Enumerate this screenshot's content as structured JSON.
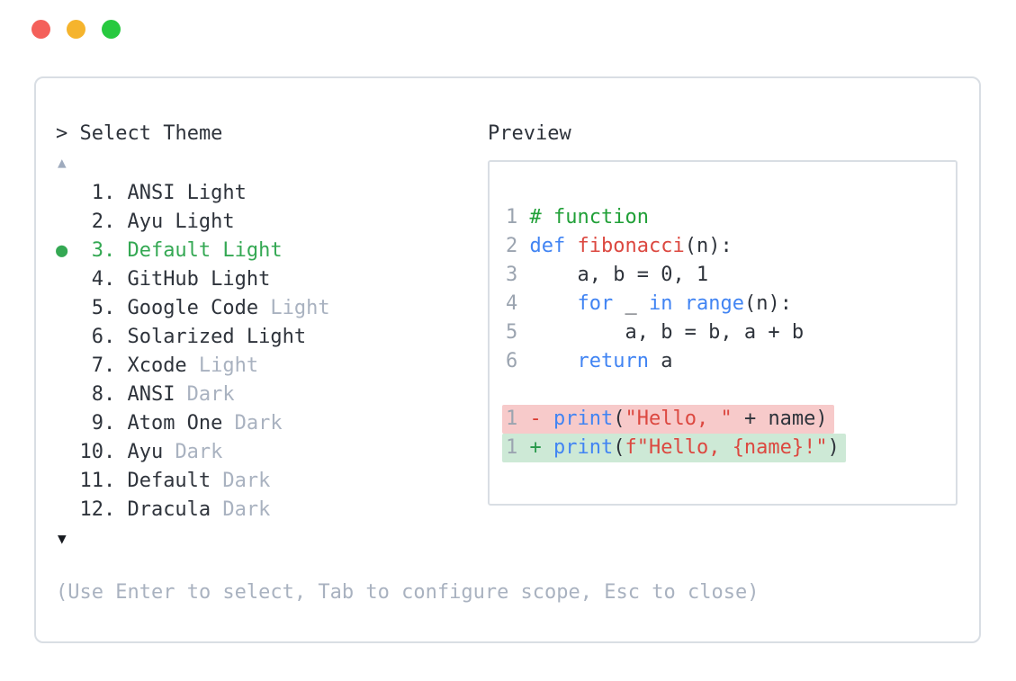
{
  "window": {
    "traffic_lights": [
      {
        "name": "close",
        "color": "#f4605a"
      },
      {
        "name": "minimize",
        "color": "#f5b42d"
      },
      {
        "name": "zoom",
        "color": "#27c93f"
      }
    ]
  },
  "theme_picker": {
    "prompt": "> Select Theme",
    "scroll_up_icon": "▲",
    "scroll_down_icon": "▼",
    "bullet_icon": "●",
    "items": [
      {
        "num": "1.",
        "name": "ANSI Light",
        "muted": "",
        "selected": false
      },
      {
        "num": "2.",
        "name": "Ayu Light",
        "muted": "",
        "selected": false
      },
      {
        "num": "3.",
        "name": "Default Light",
        "muted": "",
        "selected": true
      },
      {
        "num": "4.",
        "name": "GitHub Light",
        "muted": "",
        "selected": false
      },
      {
        "num": "5.",
        "name": "Google Code",
        "muted": "Light",
        "selected": false
      },
      {
        "num": "6.",
        "name": "Solarized Light",
        "muted": "",
        "selected": false
      },
      {
        "num": "7.",
        "name": "Xcode",
        "muted": "Light",
        "selected": false
      },
      {
        "num": "8.",
        "name": "ANSI",
        "muted": "Dark",
        "selected": false
      },
      {
        "num": "9.",
        "name": "Atom One",
        "muted": "Dark",
        "selected": false
      },
      {
        "num": "10.",
        "name": "Ayu",
        "muted": "Dark",
        "selected": false
      },
      {
        "num": "11.",
        "name": "Default",
        "muted": "Dark",
        "selected": false
      },
      {
        "num": "12.",
        "name": "Dracula",
        "muted": "Dark",
        "selected": false
      }
    ],
    "hint": "(Use Enter to select, Tab to configure scope, Esc to close)"
  },
  "preview": {
    "label": "Preview",
    "lines": [
      {
        "bg": "none",
        "tokens": [
          [
            "ln",
            "1 "
          ],
          [
            "comment",
            "# function"
          ]
        ]
      },
      {
        "bg": "none",
        "tokens": [
          [
            "ln",
            "2 "
          ],
          [
            "kw",
            "def"
          ],
          [
            "plain",
            " "
          ],
          [
            "fn",
            "fibonacci"
          ],
          [
            "plain",
            "(n):"
          ]
        ]
      },
      {
        "bg": "none",
        "tokens": [
          [
            "ln",
            "3 "
          ],
          [
            "plain",
            "    a, b = 0, 1"
          ]
        ]
      },
      {
        "bg": "none",
        "tokens": [
          [
            "ln",
            "4 "
          ],
          [
            "plain",
            "    "
          ],
          [
            "kw",
            "for"
          ],
          [
            "plain",
            " _ "
          ],
          [
            "kw",
            "in"
          ],
          [
            "plain",
            " "
          ],
          [
            "kw",
            "range"
          ],
          [
            "plain",
            "(n):"
          ]
        ]
      },
      {
        "bg": "none",
        "tokens": [
          [
            "ln",
            "5 "
          ],
          [
            "plain",
            "        a, b = b, a + b"
          ]
        ]
      },
      {
        "bg": "none",
        "tokens": [
          [
            "ln",
            "6 "
          ],
          [
            "plain",
            "    "
          ],
          [
            "kw",
            "return"
          ],
          [
            "plain",
            " a"
          ]
        ]
      },
      {
        "bg": "none",
        "tokens": []
      },
      {
        "bg": "removed",
        "tokens": [
          [
            "ln",
            "1 "
          ],
          [
            "minus",
            "- "
          ],
          [
            "kw",
            "print"
          ],
          [
            "plain",
            "("
          ],
          [
            "str",
            "\"Hello, \""
          ],
          [
            "plain",
            " + name)"
          ]
        ]
      },
      {
        "bg": "added",
        "tokens": [
          [
            "ln",
            "1 "
          ],
          [
            "plus",
            "+ "
          ],
          [
            "kw",
            "print"
          ],
          [
            "plain",
            "("
          ],
          [
            "str",
            "f\"Hello, {name}!\""
          ],
          [
            "plain",
            ")"
          ]
        ]
      }
    ]
  },
  "colors": {
    "text_dark": "#2e333b",
    "muted_gray": "#a9b2c0",
    "line_number_gray": "#9ba4b0",
    "keyword_blue": "#4184f3",
    "func_string_red": "#dc4840",
    "comment_green": "#21a038",
    "accent_green": "#34a853",
    "removed_bg": "#f7caca",
    "added_bg": "#cde9d6",
    "removed_sign": "#d93a31",
    "added_sign": "#27984a",
    "border_gray": "#d9dee4",
    "scroll_up_gray": "#9fabbe",
    "scroll_down_dark": "#16191f",
    "traffic_red": "#f4605a",
    "traffic_yellow": "#f5b42d",
    "traffic_green": "#27c93f"
  }
}
